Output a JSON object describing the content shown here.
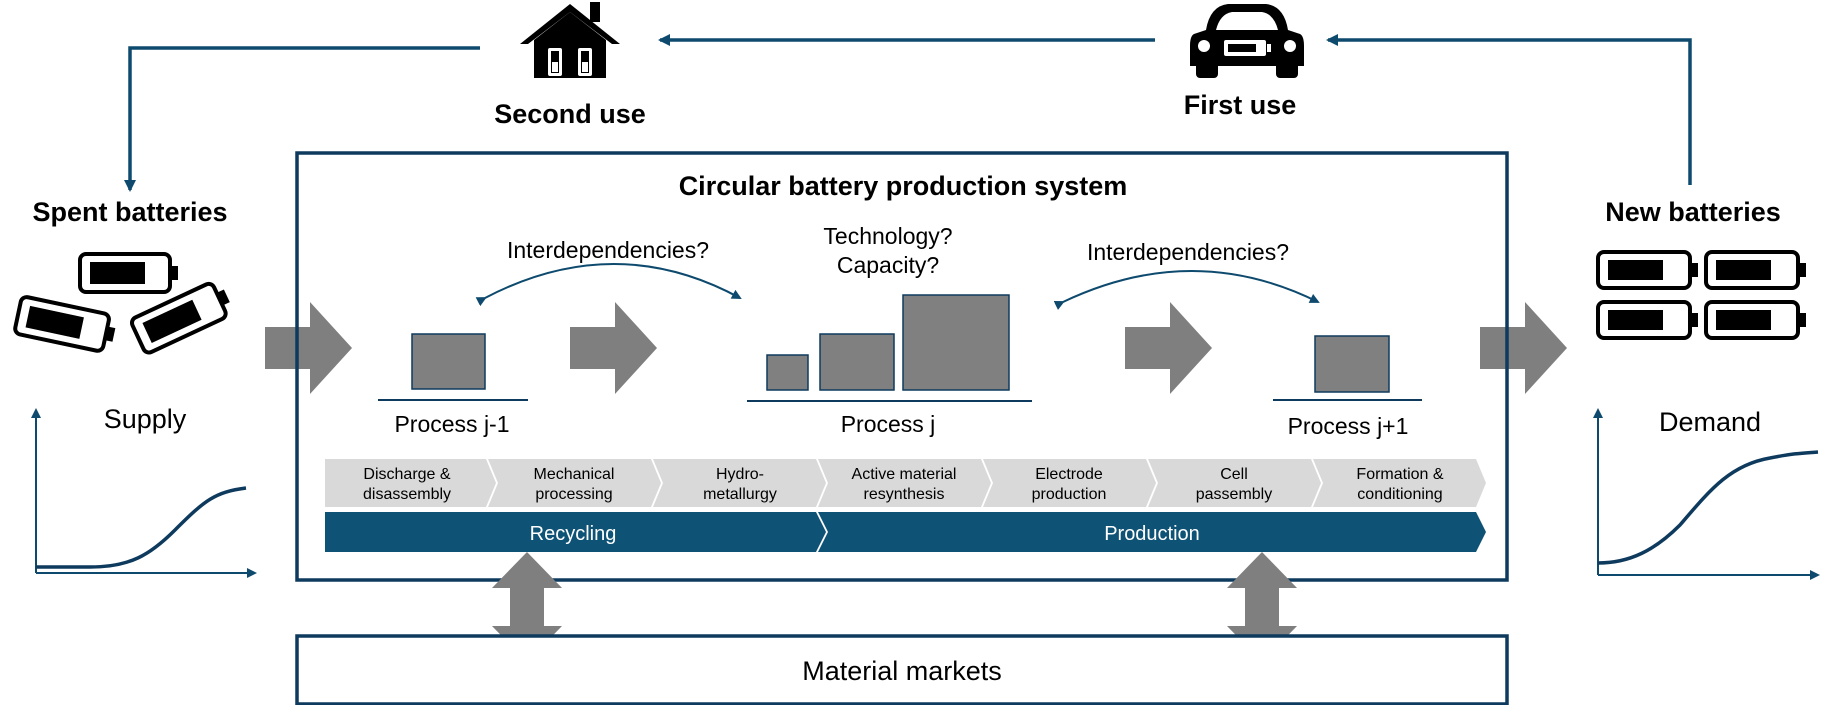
{
  "labels": {
    "second_use": "Second use",
    "first_use": "First use",
    "spent_batteries": "Spent batteries",
    "new_batteries": "New batteries",
    "system_title": "Circular battery production system",
    "interdep_left": "Interdependencies?",
    "interdep_right": "Interdependencies?",
    "technology": "Technology?",
    "capacity": "Capacity?",
    "process_prev": "Process j-1",
    "process_j": "Process j",
    "process_next": "Process j+1",
    "supply": "Supply",
    "demand": "Demand",
    "material_markets": "Material markets"
  },
  "steps": [
    {
      "line1": "Discharge &",
      "line2": "disassembly"
    },
    {
      "line1": "Mechanical",
      "line2": "processing"
    },
    {
      "line1": "Hydro-",
      "line2": "metallurgy"
    },
    {
      "line1": "Active material",
      "line2": "resynthesis"
    },
    {
      "line1": "Electrode",
      "line2": "production"
    },
    {
      "line1": "Cell",
      "line2": "passembly"
    },
    {
      "line1": "Formation &",
      "line2": "conditioning"
    }
  ],
  "phases": {
    "recycling": "Recycling",
    "production": "Production"
  },
  "colors": {
    "navy": "#0e4a6e",
    "gray_box": "#808080",
    "gray_arrow": "#7f7f7f",
    "step_fill": "#d9d9d9",
    "phase_fill": "#0e5275"
  }
}
